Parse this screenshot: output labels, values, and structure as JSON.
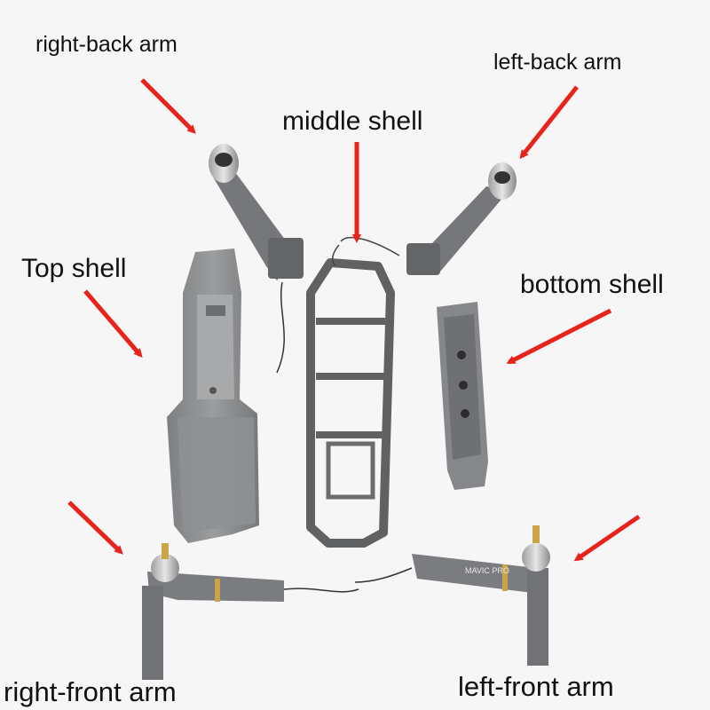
{
  "labels": {
    "right_back_arm": "right-back arm",
    "left_back_arm": "left-back arm",
    "middle_shell": "middle shell",
    "top_shell": "Top shell",
    "bottom_shell": "bottom shell",
    "right_front_arm": "right-front arm",
    "left_front_arm": "left-front arm"
  },
  "arm_branding": "MAVIC PRO",
  "colors": {
    "background": "#f6f6f6",
    "arrow": "#e8231c",
    "shell_gray": "#8a8c8e",
    "shell_dark": "#6f7173",
    "motor_silver": "#c8c8c8",
    "label_text": "#111111"
  }
}
